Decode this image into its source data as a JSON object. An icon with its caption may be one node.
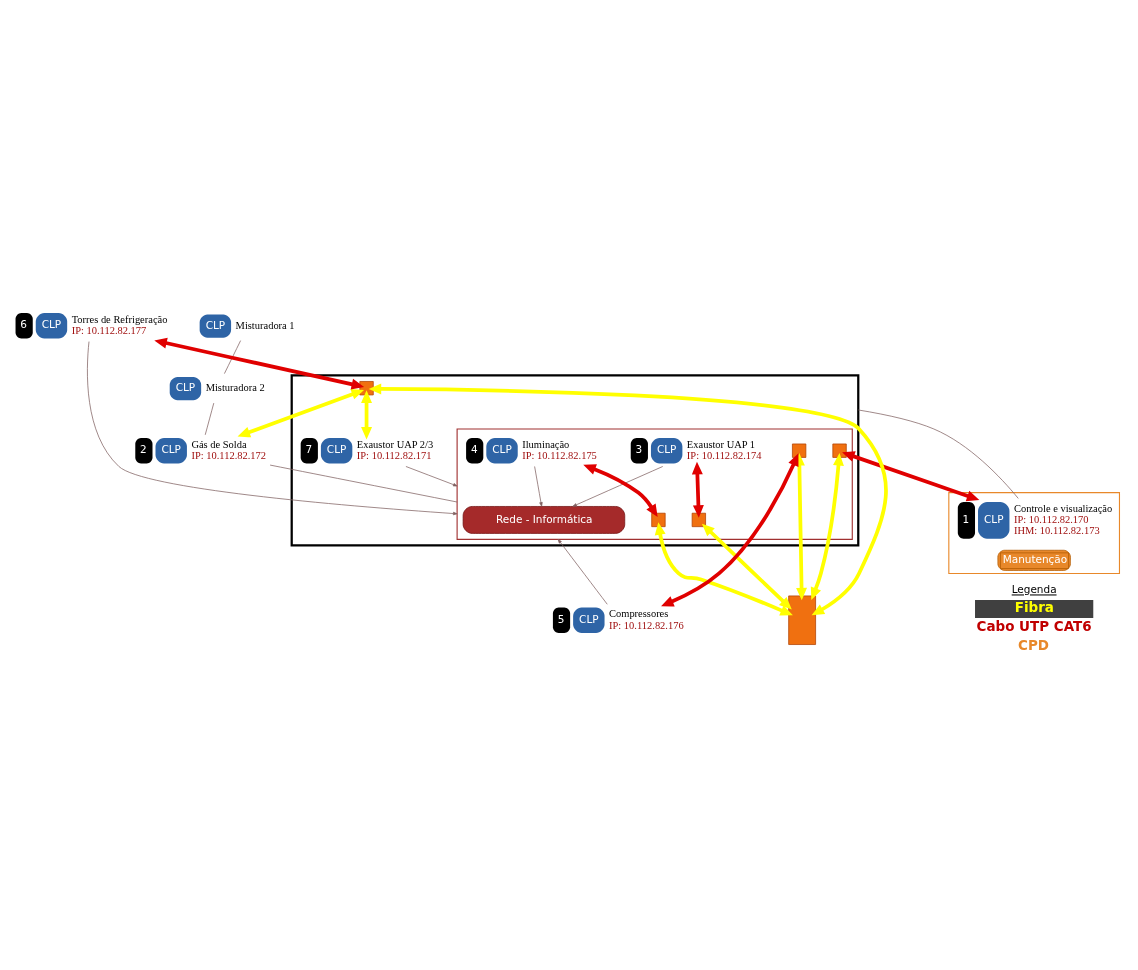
{
  "diagram": {
    "nodes": [
      {
        "text": [],
        "shape": "box"
      },
      {
        "text": [],
        "shape": "box",
        "in": 0
      },
      {
        "text": [
          "Rede - Informática"
        ],
        "in": 1
      },
      {
        "text": [
          "CLP"
        ],
        "beside": [
          "Misturadora 1"
        ]
      },
      {
        "text": [
          "CLP"
        ],
        "beside": [
          "Misturadora 2"
        ]
      },
      {
        "text": [
          "CLP"
        ],
        "beside": [
          "2",
          "Gás de Solda",
          "IP: 10.112.82.172"
        ]
      },
      {
        "text": [
          "CLP"
        ],
        "beside": [
          "6",
          "Torres de Refrigeração",
          "IP: 10.112.82.177"
        ]
      },
      {
        "text": [],
        "shape": "box",
        "in": 0
      },
      {
        "text": [
          "CLP"
        ],
        "beside": [
          "7",
          "Exaustor UAP 2/3",
          "IP: 10.112.82.171"
        ],
        "in": 0
      },
      {
        "text": [],
        "shape": "box",
        "in": 1
      },
      {
        "text": [
          "CLP"
        ],
        "beside": [
          "3",
          "Exaustor UAP 1",
          "IP: 10.112.82.174"
        ],
        "in": 1
      },
      {
        "text": [],
        "shape": "box",
        "in": 1
      },
      {
        "text": [
          "CLP"
        ],
        "beside": [
          "4",
          "Iluminação",
          "IP: 10.112.82.175"
        ],
        "in": 1
      },
      {
        "text": [],
        "shape": "box",
        "in": 1
      },
      {
        "text": [],
        "shape": "box",
        "in": 1
      },
      {
        "text": [],
        "shape": "box"
      },
      {
        "text": [
          "Manutenção"
        ]
      },
      {
        "text": [
          "CLP"
        ],
        "beside": [
          "1",
          "Controle e visualização",
          "IP: 10.112.82.170",
          "IHM: 10.112.82.173"
        ],
        "in": 16
      },
      {
        "text": [
          "CLP"
        ],
        "beside": [
          "5",
          "Compressores",
          "IP: 10.112.82.176"
        ]
      }
    ],
    "edges": [
      {
        "from": 3,
        "to": 4,
        "arrow": "none",
        "color": "#806060"
      },
      {
        "from": 4,
        "to": 5,
        "arrow": "none",
        "color": "#806060"
      },
      {
        "from": 5,
        "to": 1,
        "arrow": "none",
        "color": "#806060"
      },
      {
        "from": 6,
        "to": 1,
        "arrow": "to",
        "color": "#806060"
      },
      {
        "from": 8,
        "to": 1,
        "arrow": "to",
        "color": "#806060"
      },
      {
        "from": 12,
        "to": 1,
        "arrow": "to",
        "color": "#806060"
      },
      {
        "from": 10,
        "to": 1,
        "arrow": "to",
        "color": "#806060"
      },
      {
        "from": 18,
        "to": 1,
        "arrow": "to",
        "color": "#806060"
      },
      {
        "from": 17,
        "to": 0,
        "arrow": "none",
        "color": "#806060"
      },
      {
        "from": 6,
        "to": 7,
        "arrow": "both",
        "color": "#e00000"
      },
      {
        "from": 10,
        "to": 9,
        "arrow": "both",
        "color": "#e00000"
      },
      {
        "from": 12,
        "to": 11,
        "arrow": "both",
        "color": "#e00000"
      },
      {
        "from": 18,
        "to": 13,
        "arrow": "both",
        "color": "#e00000"
      },
      {
        "from": 17,
        "to": 14,
        "arrow": "both",
        "color": "#e00000"
      },
      {
        "from": 7,
        "to": 5,
        "arrow": "both",
        "color": "#ffff00"
      },
      {
        "from": 7,
        "to": 8,
        "arrow": "both",
        "color": "#ffff00"
      },
      {
        "from": 7,
        "to": 15,
        "arrow": "both",
        "color": "#ffff00"
      },
      {
        "from": 9,
        "to": 15,
        "arrow": "both",
        "color": "#ffff00"
      },
      {
        "from": 11,
        "to": 15,
        "arrow": "both",
        "color": "#ffff00"
      },
      {
        "from": 13,
        "to": 15,
        "arrow": "both",
        "color": "#ffff00"
      },
      {
        "from": 14,
        "to": 15,
        "arrow": "both",
        "color": "#ffff00"
      }
    ],
    "labels": [
      "Legenda"
    ],
    "legend": [
      {
        "text": "Fibra",
        "color": "#ffff00"
      },
      {
        "text": "Cabo UTP CAT6",
        "color": "#c00000"
      },
      {
        "text": "CPD",
        "color": "#e8882a"
      }
    ]
  }
}
